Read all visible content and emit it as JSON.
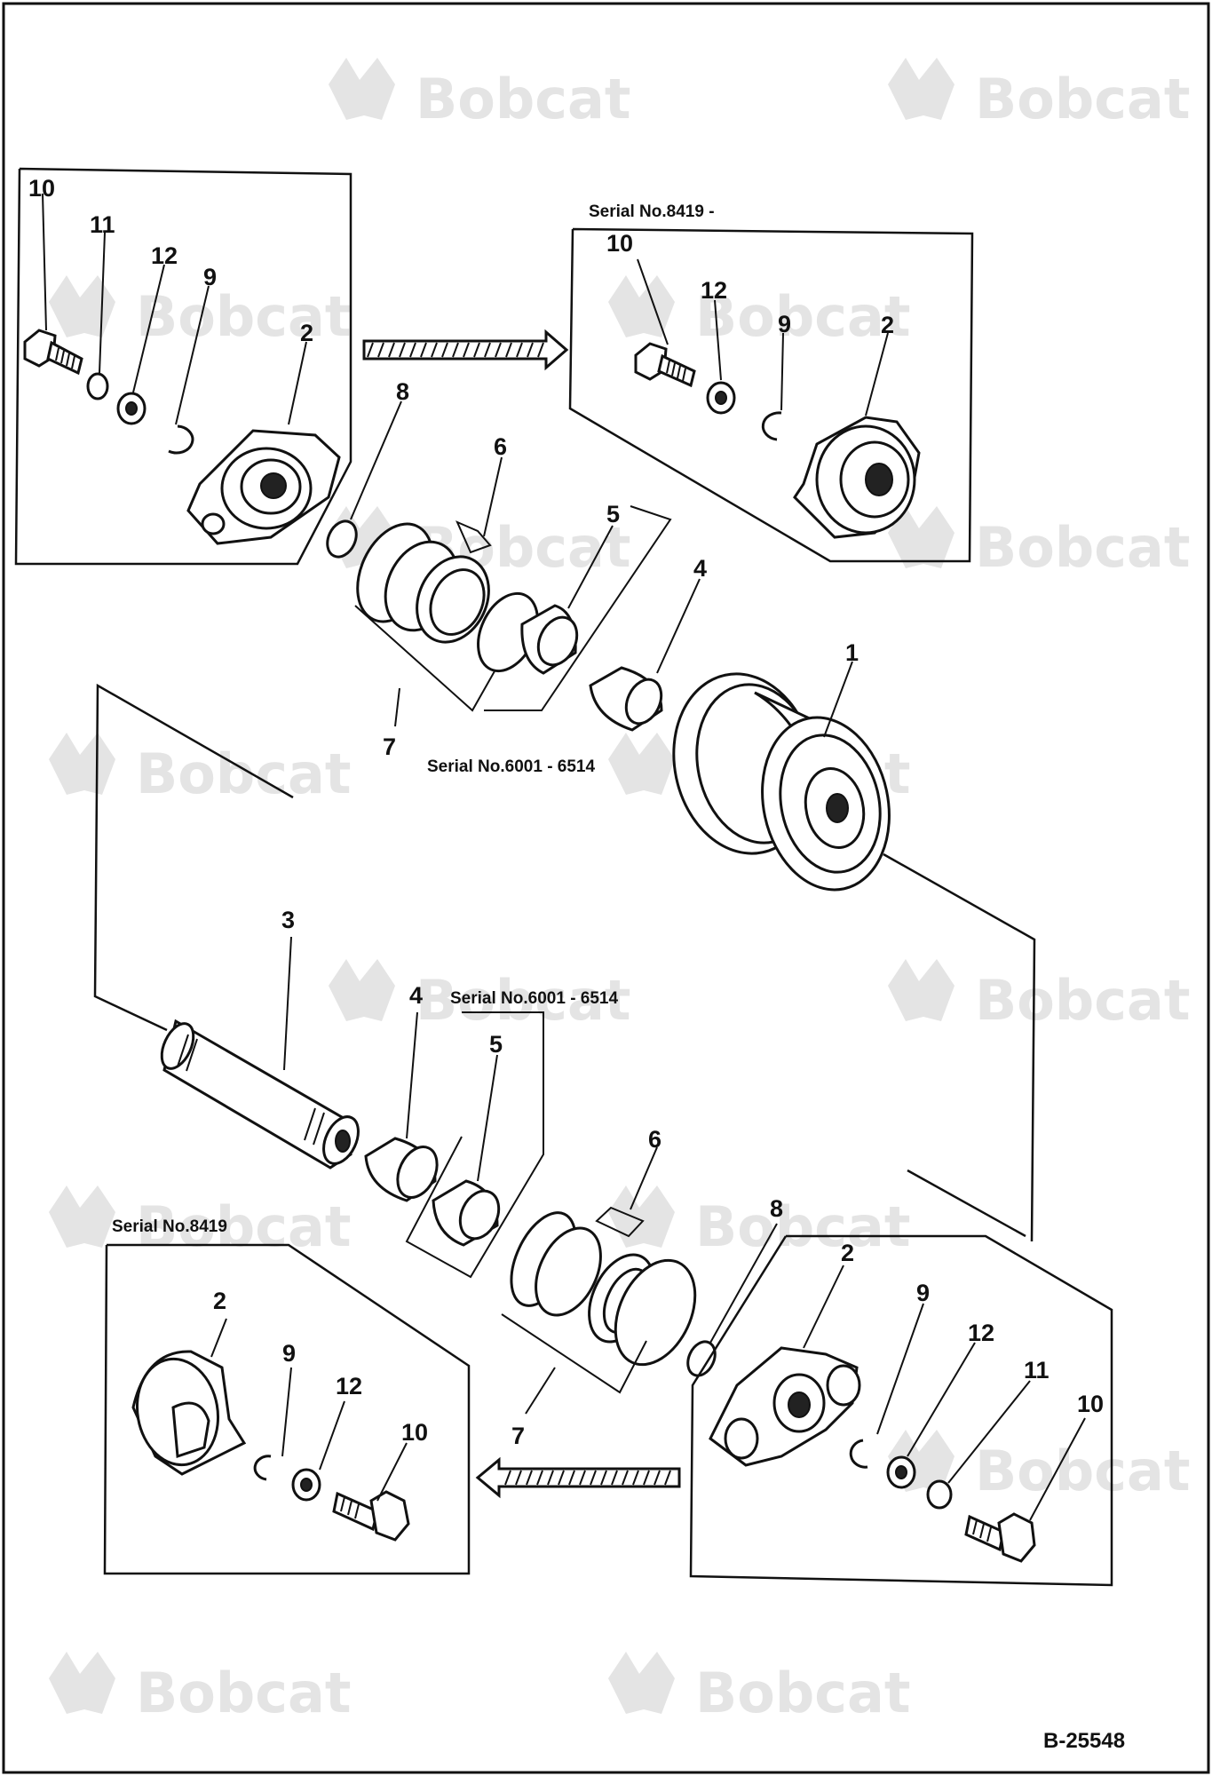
{
  "watermark": {
    "brand": "Bobcat",
    "suffix": "."
  },
  "document_id": "B-25548",
  "serial_notes": {
    "top_alt": "Serial No.8419 -",
    "upper_group": "Serial No.6001 - 6514",
    "lower_group": "Serial No.6001 - 6514",
    "bottom_alt": "Serial No.8419"
  },
  "callouts": {
    "tl_10": "10",
    "tl_11": "11",
    "tl_12": "12",
    "tl_9": "9",
    "tl_2": "2",
    "tr_10": "10",
    "tr_12": "12",
    "tr_9": "9",
    "tr_2": "2",
    "up_8": "8",
    "up_6": "6",
    "up_5": "5",
    "up_4": "4",
    "up_7": "7",
    "up_1": "1",
    "lo_3": "3",
    "lo_4": "4",
    "lo_5": "5",
    "lo_6": "6",
    "lo_8": "8",
    "lo_7": "7",
    "br_2": "2",
    "br_9": "9",
    "br_12": "12",
    "br_11": "11",
    "br_10": "10",
    "bl_2": "2",
    "bl_9": "9",
    "bl_12": "12",
    "bl_10": "10"
  }
}
